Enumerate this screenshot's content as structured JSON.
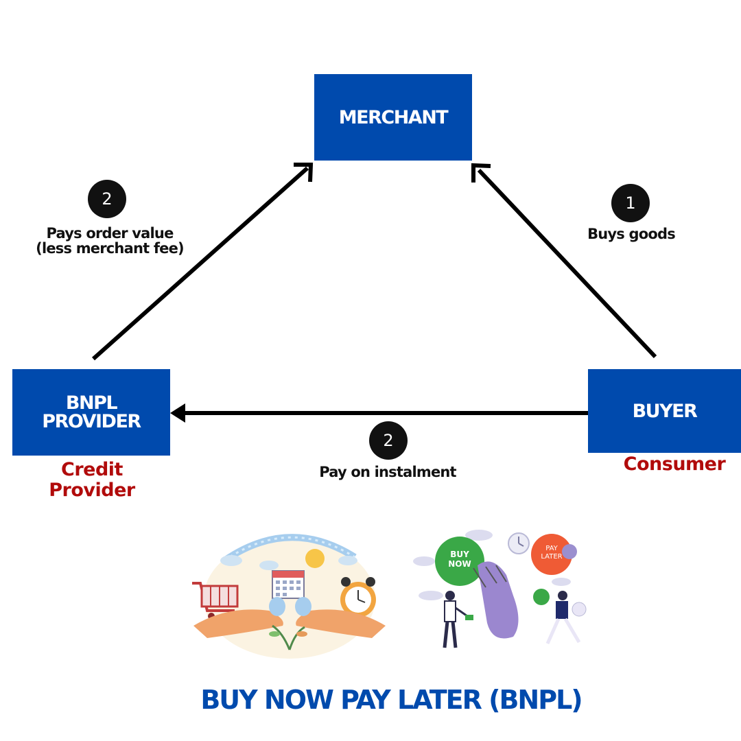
{
  "nodes": {
    "merchant": "MERCHANT",
    "bnpl_line1": "BNPL",
    "bnpl_line2": "PROVIDER",
    "buyer": "BUYER"
  },
  "steps": {
    "left_number": "2",
    "left_label_line1": "Pays order value",
    "left_label_line2": "(less merchant fee)",
    "right_number": "1",
    "right_label": "Buys goods",
    "bottom_number": "2",
    "bottom_label": "Pay on instalment"
  },
  "roles": {
    "credit_line1": "Credit",
    "credit_line2": "Provider",
    "consumer": "Consumer"
  },
  "illustrations": {
    "right_bubble_buy_line1": "BUY",
    "right_bubble_buy_line2": "NOW",
    "right_bubble_pay_line1": "PAY",
    "right_bubble_pay_line2": "LATER"
  },
  "title": "BUY NOW PAY LATER (BNPL)",
  "colors": {
    "box_blue": "#004aad",
    "role_red": "#b10b0b",
    "title_blue": "#004aad"
  }
}
